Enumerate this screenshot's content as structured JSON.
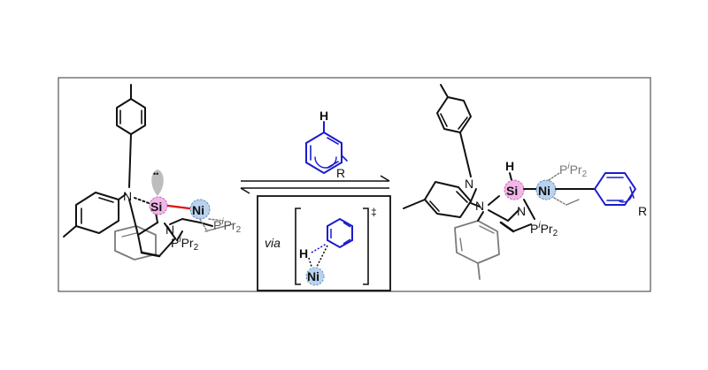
{
  "colors": {
    "bond": "#111111",
    "grey_bond": "#7a7a7a",
    "blue": "#1a1ad0",
    "red": "#e01010",
    "si_fill": "#f2b6e8",
    "ni_fill": "#b9d3ee",
    "frame": "#333333"
  },
  "left": {
    "n_top": "N",
    "si": "Si",
    "ni": "Ni",
    "n_mid": "N",
    "p_right_main": "P",
    "p_right_sup": "i",
    "p_right_tail": "Pr",
    "p_right_sub": "2",
    "p_bottom_main": "P",
    "p_bottom_sup": "i",
    "p_bottom_tail": "Pr",
    "p_bottom_sub": "2",
    "lone_pair": "••"
  },
  "substrate": {
    "h": "H",
    "r": "R"
  },
  "ts_box": {
    "via": "via",
    "h": "H",
    "ni": "Ni",
    "dagger": "‡"
  },
  "right": {
    "n_left": "N",
    "n_bridge": "N",
    "si_h": "H",
    "si": "Si",
    "ni": "Ni",
    "n_lower": "N",
    "p_top_main": "P",
    "p_top_sup": "i",
    "p_top_tail": "Pr",
    "p_top_sub": "2",
    "p_bottom_main": "P",
    "p_bottom_sup": "i",
    "p_bottom_tail": "Pr",
    "p_bottom_sub": "2",
    "r": "R"
  }
}
